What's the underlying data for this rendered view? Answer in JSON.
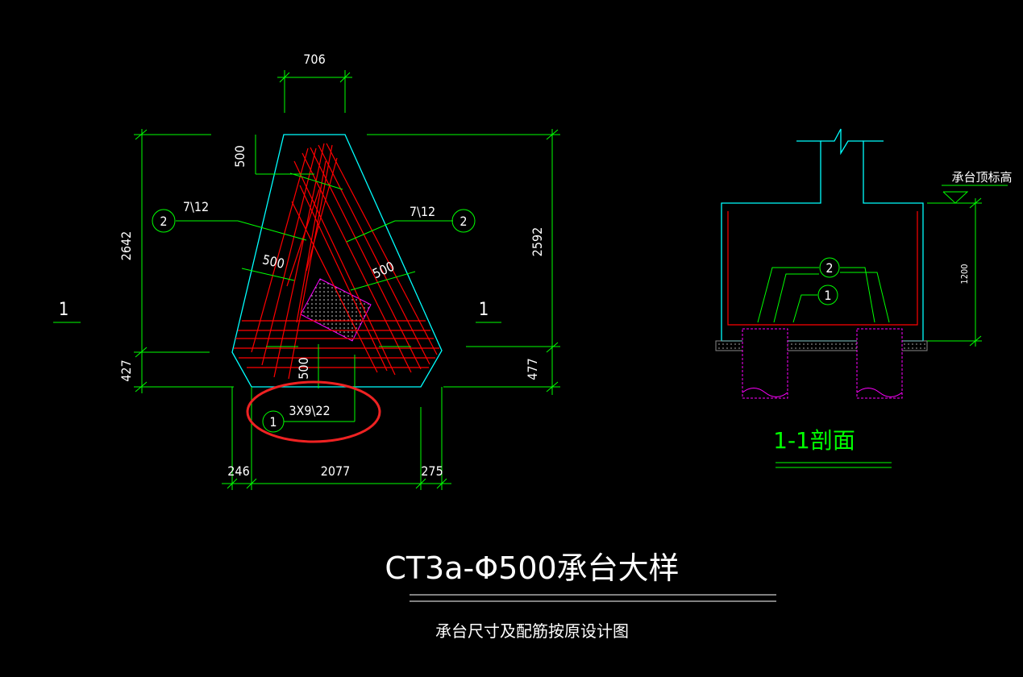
{
  "colors": {
    "background": "#000000",
    "dimension_lines": "#00ff00",
    "outline": "#00ffff",
    "rebar": "#ff0000",
    "pile": "#ff00ff",
    "highlight": "#ff2222",
    "text": "#ffffff"
  },
  "plan": {
    "dims": {
      "top_width": "706",
      "top_depth": "500",
      "left_height": "2642",
      "right_height": "2592",
      "left_bottom": "427",
      "right_bottom": "477",
      "left_band_width": "500",
      "right_band_width": "500",
      "bottom_band_width": "500",
      "bottom_left": "246",
      "bottom_middle": "2077",
      "bottom_right": "275"
    },
    "rebar_labels": {
      "left_rebar": "7\\12",
      "right_rebar": "7\\12",
      "bottom_rebar": "3X9\\22"
    },
    "markers": {
      "left_marker": "2",
      "right_marker": "2",
      "bottom_marker": "1"
    },
    "section_marks": {
      "left": "1",
      "right": "1"
    }
  },
  "section": {
    "elevation_label": "承台顶标高",
    "height_dim": "1200",
    "marker_top": "2",
    "marker_bottom": "1",
    "title": "1-1剖面"
  },
  "title": {
    "main": "CT3a-Φ500承台大样",
    "note": "承台尺寸及配筋按原设计图"
  }
}
